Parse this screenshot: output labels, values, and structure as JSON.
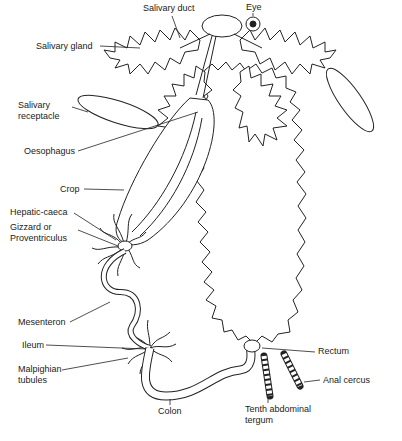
{
  "diagram": {
    "labels": [
      "Salivary duct",
      "Eye",
      "Salivary gland",
      "Salivary receptacle",
      "Oesophagus",
      "Crop",
      "Hepatic-caeca",
      "Gizzard or Proventriculus",
      "Mesenteron",
      "Ileum",
      "Malpighian tubules",
      "Rectum",
      "Anal cercus",
      "Colon",
      "Tenth abdominal tergum"
    ]
  }
}
